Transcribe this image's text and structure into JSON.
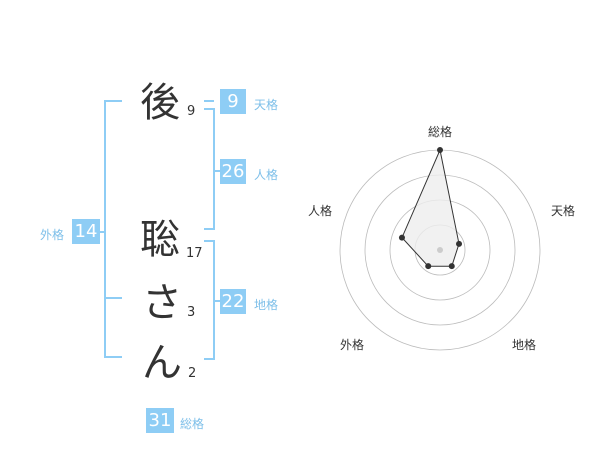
{
  "name": {
    "chars": [
      {
        "char": "後",
        "strokes": "9"
      },
      {
        "char": "聡",
        "strokes": "17"
      },
      {
        "char": "さ",
        "strokes": "3"
      },
      {
        "char": "ん",
        "strokes": "2"
      }
    ]
  },
  "fortune": {
    "tenkaku": {
      "value": "9",
      "label": "天格"
    },
    "jinkaku": {
      "value": "26",
      "label": "人格"
    },
    "chikaku": {
      "value": "22",
      "label": "地格"
    },
    "gaikaku": {
      "value": "14",
      "label": "外格"
    },
    "soukaku": {
      "value": "31",
      "label": "総格"
    }
  },
  "chart_data": {
    "type": "radar",
    "axes": [
      "総格",
      "天格",
      "地格",
      "外格",
      "人格"
    ],
    "values": [
      5,
      1,
      1,
      1,
      2
    ],
    "rmax": 5,
    "grid_rings": 4,
    "colors": {
      "fill": "#eeeeee",
      "stroke": "#333333",
      "grid": "#bbbbbb",
      "center": "#cccccc"
    }
  }
}
